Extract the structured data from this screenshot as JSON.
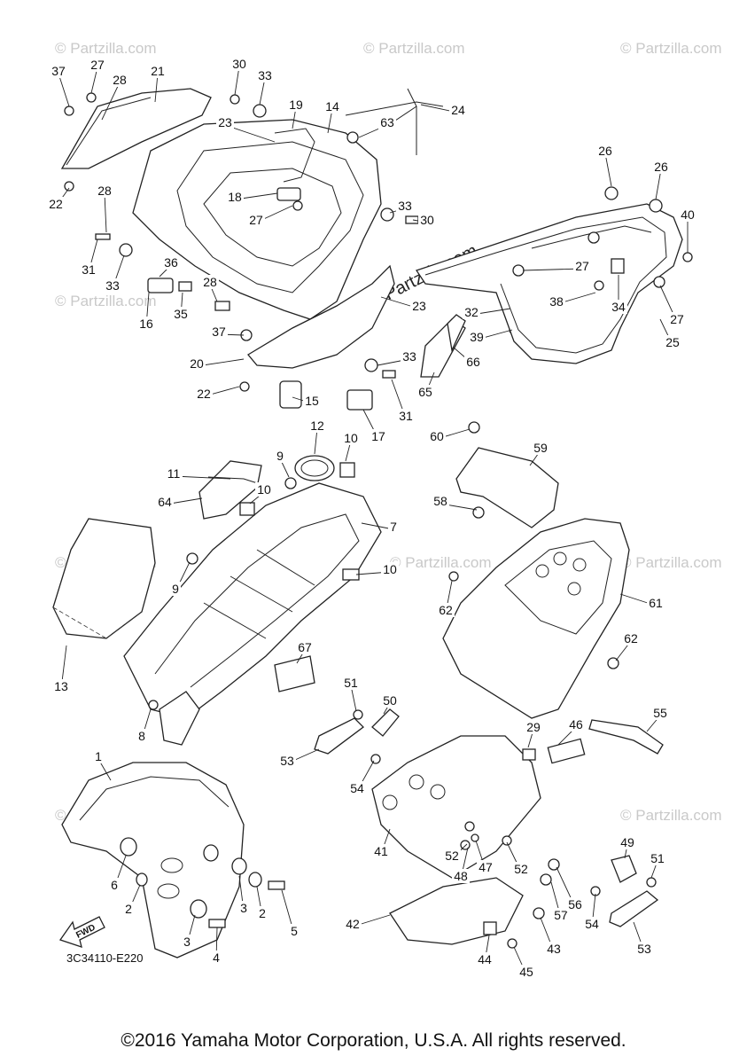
{
  "diagram": {
    "code": "3C34110-E220",
    "fwd_label": "FWD",
    "watermark": "© Partzilla.com",
    "labels": [
      {
        "id": "l37a",
        "text": "37"
      },
      {
        "id": "l27a",
        "text": "27"
      },
      {
        "id": "l28a",
        "text": "28"
      },
      {
        "id": "l21",
        "text": "21"
      },
      {
        "id": "l30a",
        "text": "30"
      },
      {
        "id": "l33a",
        "text": "33"
      },
      {
        "id": "l19",
        "text": "19"
      },
      {
        "id": "l14",
        "text": "14"
      },
      {
        "id": "l63",
        "text": "63"
      },
      {
        "id": "l24",
        "text": "24"
      },
      {
        "id": "l23a",
        "text": "23"
      },
      {
        "id": "l22a",
        "text": "22"
      },
      {
        "id": "l28b",
        "text": "28"
      },
      {
        "id": "l18",
        "text": "18"
      },
      {
        "id": "l27b",
        "text": "27"
      },
      {
        "id": "l33b",
        "text": "33"
      },
      {
        "id": "l30b",
        "text": "30"
      },
      {
        "id": "l31a",
        "text": "31"
      },
      {
        "id": "l33c",
        "text": "33"
      },
      {
        "id": "l36",
        "text": "36"
      },
      {
        "id": "l28c",
        "text": "28"
      },
      {
        "id": "l16",
        "text": "16"
      },
      {
        "id": "l35",
        "text": "35"
      },
      {
        "id": "l37b",
        "text": "37"
      },
      {
        "id": "l20",
        "text": "20"
      },
      {
        "id": "l22b",
        "text": "22"
      },
      {
        "id": "l15",
        "text": "15"
      },
      {
        "id": "l17",
        "text": "17"
      },
      {
        "id": "l31b",
        "text": "31"
      },
      {
        "id": "l33d",
        "text": "33"
      },
      {
        "id": "l23b",
        "text": "23"
      },
      {
        "id": "l65",
        "text": "65"
      },
      {
        "id": "l66",
        "text": "66"
      },
      {
        "id": "l26a",
        "text": "26"
      },
      {
        "id": "l26b",
        "text": "26"
      },
      {
        "id": "l40",
        "text": "40"
      },
      {
        "id": "l27c",
        "text": "27"
      },
      {
        "id": "l38",
        "text": "38"
      },
      {
        "id": "l34",
        "text": "34"
      },
      {
        "id": "l27d",
        "text": "27"
      },
      {
        "id": "l25",
        "text": "25"
      },
      {
        "id": "l32",
        "text": "32"
      },
      {
        "id": "l39",
        "text": "39"
      },
      {
        "id": "l12",
        "text": "12"
      },
      {
        "id": "l10a",
        "text": "10"
      },
      {
        "id": "l11",
        "text": "11"
      },
      {
        "id": "l9a",
        "text": "9"
      },
      {
        "id": "l10b",
        "text": "10"
      },
      {
        "id": "l64",
        "text": "64"
      },
      {
        "id": "l7",
        "text": "7"
      },
      {
        "id": "l9b",
        "text": "9"
      },
      {
        "id": "l10c",
        "text": "10"
      },
      {
        "id": "l13",
        "text": "13"
      },
      {
        "id": "l67",
        "text": "67"
      },
      {
        "id": "l8",
        "text": "8"
      },
      {
        "id": "l60",
        "text": "60"
      },
      {
        "id": "l59",
        "text": "59"
      },
      {
        "id": "l58",
        "text": "58"
      },
      {
        "id": "l61",
        "text": "61"
      },
      {
        "id": "l62a",
        "text": "62"
      },
      {
        "id": "l62b",
        "text": "62"
      },
      {
        "id": "l51a",
        "text": "51"
      },
      {
        "id": "l50",
        "text": "50"
      },
      {
        "id": "l53a",
        "text": "53"
      },
      {
        "id": "l54a",
        "text": "54"
      },
      {
        "id": "l29",
        "text": "29"
      },
      {
        "id": "l46",
        "text": "46"
      },
      {
        "id": "l55",
        "text": "55"
      },
      {
        "id": "l41",
        "text": "41"
      },
      {
        "id": "l52a",
        "text": "52"
      },
      {
        "id": "l48",
        "text": "48"
      },
      {
        "id": "l47",
        "text": "47"
      },
      {
        "id": "l52b",
        "text": "52"
      },
      {
        "id": "l49",
        "text": "49"
      },
      {
        "id": "l51b",
        "text": "51"
      },
      {
        "id": "l57",
        "text": "57"
      },
      {
        "id": "l56",
        "text": "56"
      },
      {
        "id": "l54b",
        "text": "54"
      },
      {
        "id": "l42",
        "text": "42"
      },
      {
        "id": "l43",
        "text": "43"
      },
      {
        "id": "l44",
        "text": "44"
      },
      {
        "id": "l45",
        "text": "45"
      },
      {
        "id": "l53b",
        "text": "53"
      },
      {
        "id": "l1",
        "text": "1"
      },
      {
        "id": "l6",
        "text": "6"
      },
      {
        "id": "l2a",
        "text": "2"
      },
      {
        "id": "l3a",
        "text": "3"
      },
      {
        "id": "l2b",
        "text": "2"
      },
      {
        "id": "l5",
        "text": "5"
      },
      {
        "id": "l3b",
        "text": "3"
      },
      {
        "id": "l4",
        "text": "4"
      }
    ]
  },
  "footer": {
    "copyright": "©2016 Yamaha Motor Corporation, U.S.A. All rights reserved."
  }
}
